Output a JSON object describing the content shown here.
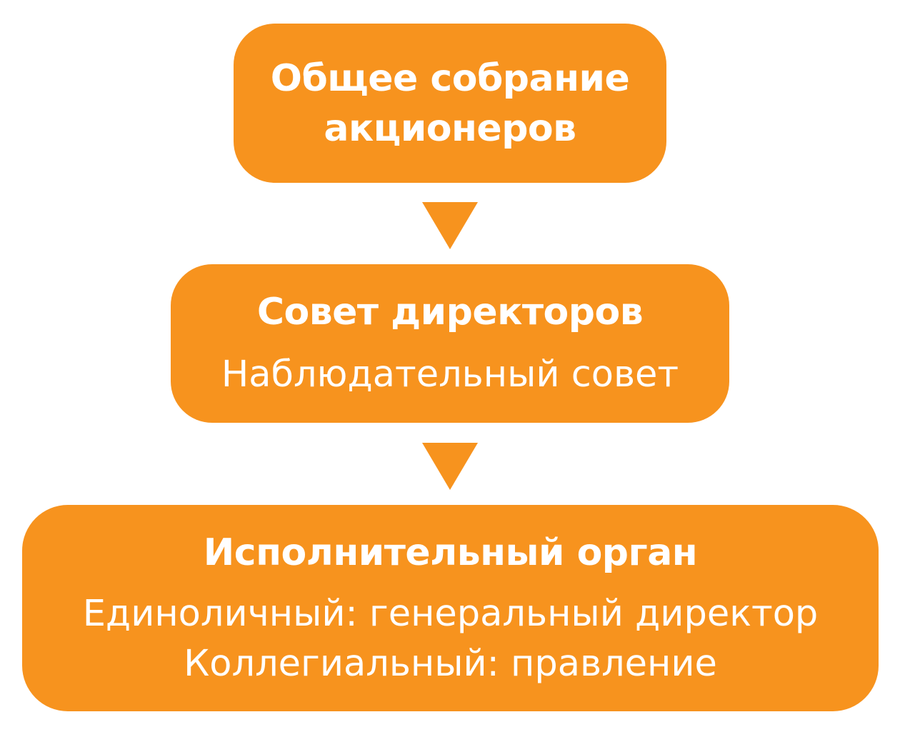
{
  "colors": {
    "box_fill": "#f7931e",
    "text": "#ffffff",
    "background": "#ffffff"
  },
  "nodes": [
    {
      "title_lines": [
        "Общее собрание",
        "акционеров"
      ],
      "subtitle_lines": []
    },
    {
      "title_lines": [
        "Совет директоров"
      ],
      "subtitle_lines": [
        "Наблюдательный совет"
      ]
    },
    {
      "title_lines": [
        "Исполнительный орган"
      ],
      "subtitle_lines": [
        "Единоличный: генеральный директор",
        "Коллегиальный: правление"
      ]
    }
  ],
  "edges": [
    {
      "from": 0,
      "to": 1,
      "icon": "down-triangle-arrow"
    },
    {
      "from": 1,
      "to": 2,
      "icon": "down-triangle-arrow"
    }
  ]
}
